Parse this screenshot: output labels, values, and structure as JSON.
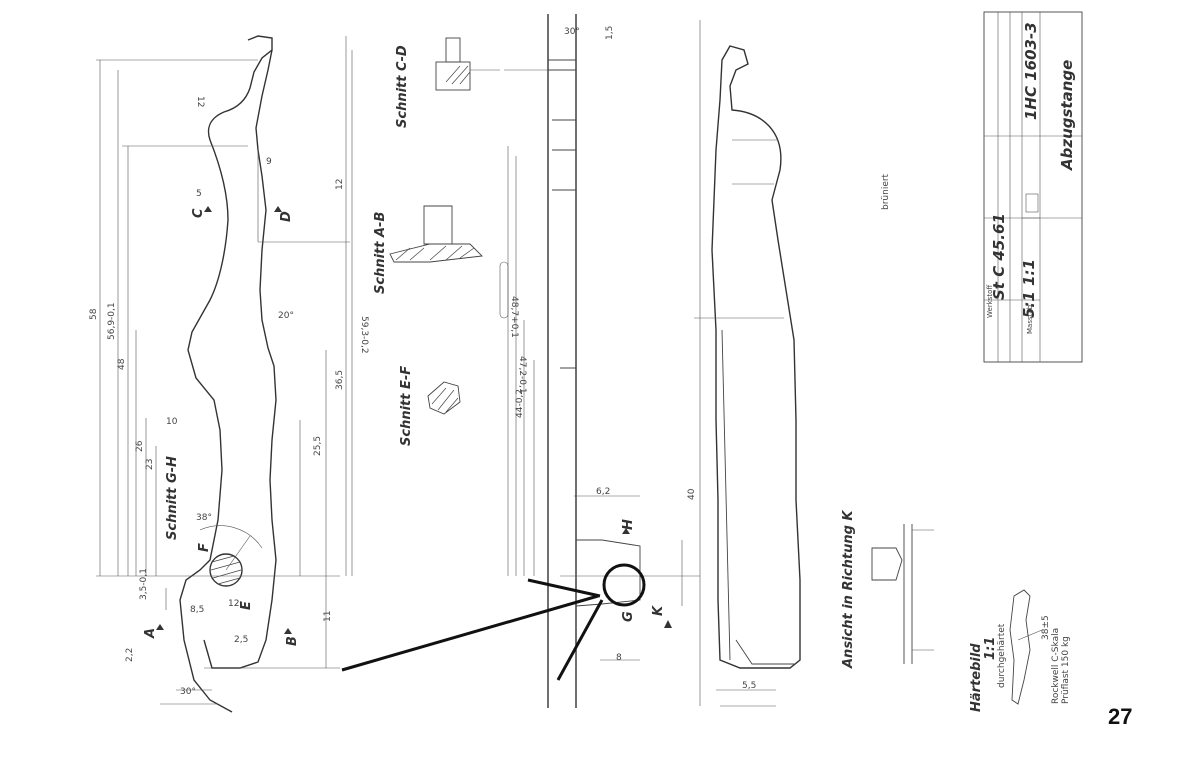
{
  "drawing": {
    "part_name": "Abzugstange",
    "drawing_number": "1HC 1603-3",
    "material": "St C 45.61",
    "scale": "5:1 1:1",
    "werkstoff_label": "Werkstoff",
    "masstab_label": "Masstab",
    "surface_note": "brüniert"
  },
  "sections": {
    "cd": "Schnitt C-D",
    "ab": "Schnitt A-B",
    "ef": "Schnitt E-F",
    "gh": "Schnitt G-H",
    "view_k": "Ansicht in Richtung K",
    "hardness": "Härtebild",
    "hardness_scale": "1:1",
    "hardness_note": "durchgehärtet",
    "rockwell": "Rockwell C-Skala",
    "pruflast": "Prüflast 150 kg",
    "hardness_value": "38±5"
  },
  "markers": {
    "A": "A",
    "B": "B",
    "C": "C",
    "D": "D",
    "E": "E",
    "F": "F",
    "G": "G",
    "H": "H",
    "K": "K"
  },
  "dimensions": {
    "d58": "58",
    "d569": "56,9-0,1",
    "d48": "48",
    "d26": "26",
    "d23": "23",
    "d35": "3,5-0,1",
    "d22": "2,2",
    "d12a": "12",
    "d5": "5",
    "d9": "9",
    "d12b": "12",
    "d593": "59,3-0,2",
    "d365": "36,5",
    "d255": "25,5",
    "d11": "11",
    "d10": "10",
    "d20": "20°",
    "d30a": "30°",
    "d30b": "30°",
    "d38": "38°",
    "d85": "8,5",
    "d25": "2,5",
    "d12c": "12",
    "d40": "40",
    "d55": "5,5",
    "d8": "8",
    "d15": "1,5",
    "d44": "44-0,2",
    "d487": "48,7+0,1",
    "d472": "47,2-0,1",
    "d62": "6,2"
  },
  "page_number": "27"
}
